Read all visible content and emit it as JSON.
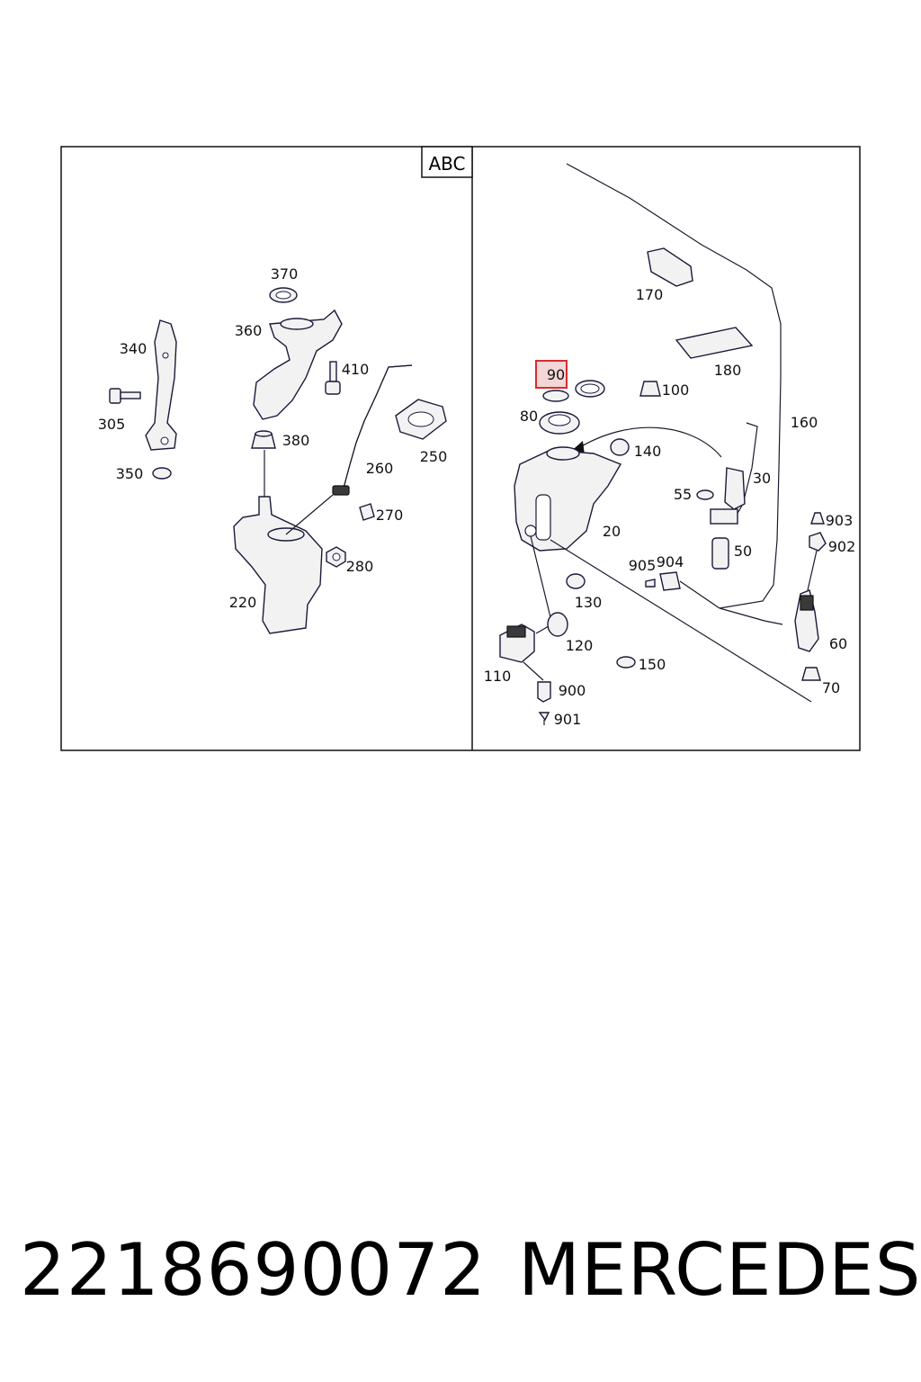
{
  "diagram": {
    "section_label": "ABC",
    "highlight_color": "#d32f2f",
    "highlight_fill": "#f3d6d6",
    "left_callouts": [
      "370",
      "360",
      "340",
      "410",
      "305",
      "380",
      "250",
      "260",
      "350",
      "270",
      "280",
      "220"
    ],
    "right_callouts": [
      "170",
      "180",
      "90",
      "100",
      "80",
      "160",
      "140",
      "30",
      "55",
      "903",
      "902",
      "20",
      "50",
      "905",
      "904",
      "130",
      "60",
      "120",
      "110",
      "150",
      "900",
      "70",
      "901"
    ]
  },
  "footer": {
    "part_number": "2218690072",
    "brand": "MERCEDES"
  }
}
